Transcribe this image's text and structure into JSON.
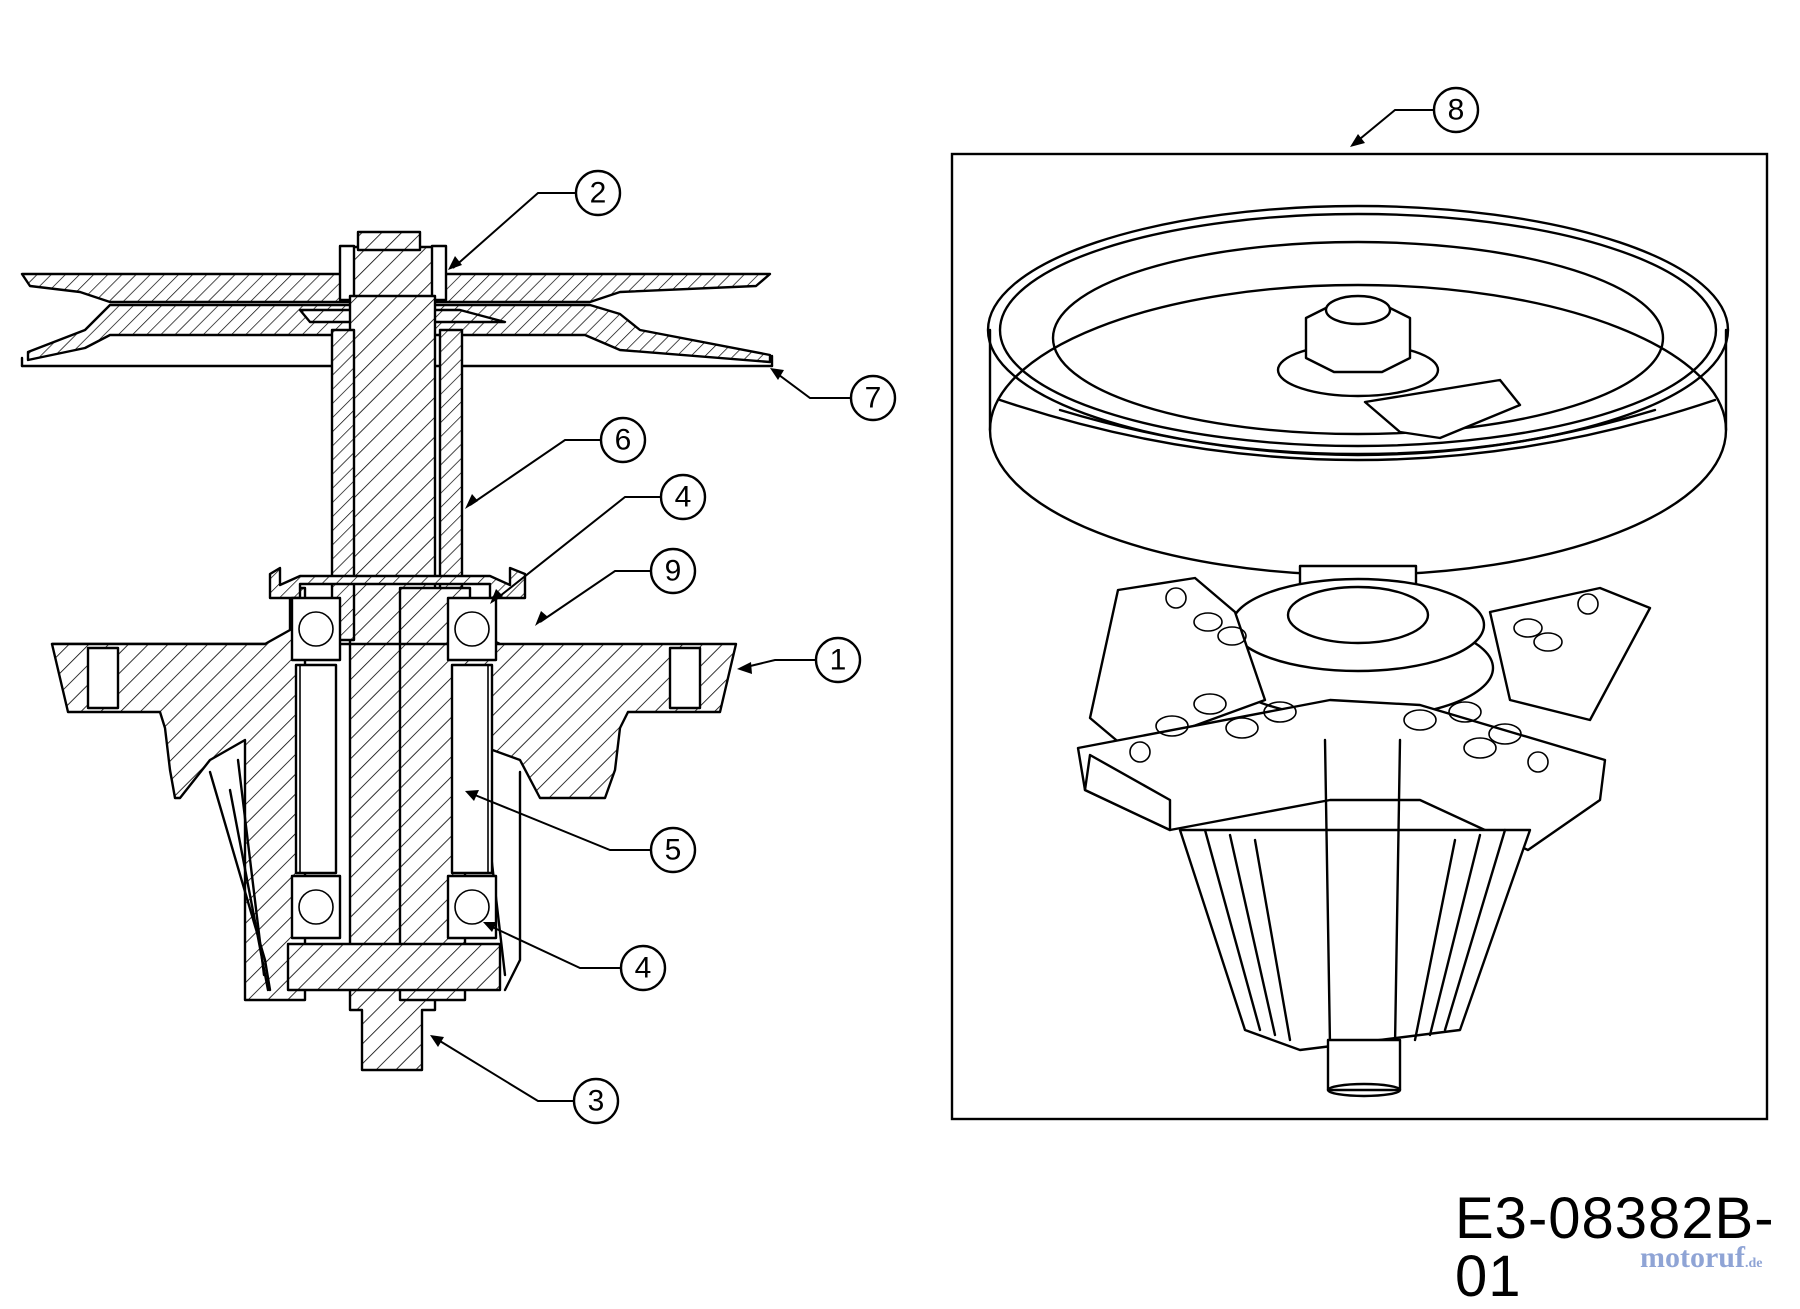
{
  "callouts": [
    {
      "id": "callout-1",
      "label": "1"
    },
    {
      "id": "callout-2",
      "label": "2"
    },
    {
      "id": "callout-3",
      "label": "3"
    },
    {
      "id": "callout-4-upper",
      "label": "4"
    },
    {
      "id": "callout-4-lower",
      "label": "4"
    },
    {
      "id": "callout-5",
      "label": "5"
    },
    {
      "id": "callout-6",
      "label": "6"
    },
    {
      "id": "callout-7",
      "label": "7"
    },
    {
      "id": "callout-8",
      "label": "8"
    },
    {
      "id": "callout-9",
      "label": "9"
    }
  ],
  "document_id": "E3-08382B-01",
  "watermark": {
    "brand": "motoruf",
    "suffix": ".de"
  }
}
